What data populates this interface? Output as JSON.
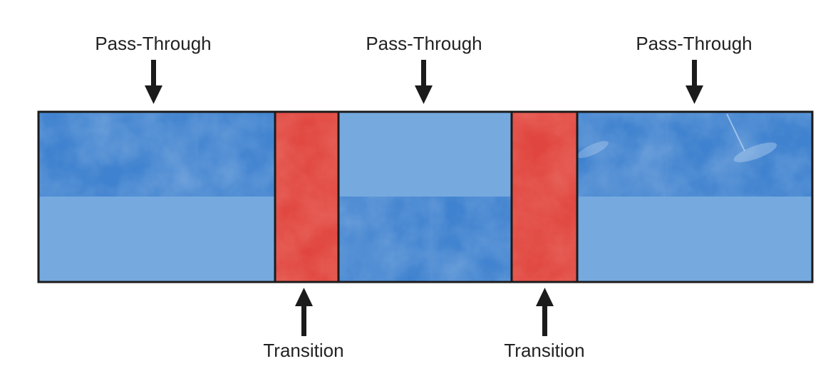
{
  "labels": {
    "top_left": "Pass-Through",
    "top_center": "Pass-Through",
    "top_right": "Pass-Through",
    "bottom_left": "Transition",
    "bottom_right": "Transition"
  },
  "colors": {
    "pass_through_dark": "#3f82cf",
    "pass_through_light": "#76aadf",
    "transition": "#e0463f",
    "outline": "#1b1b1b",
    "arrow": "#1b1b1b",
    "text": "#222222"
  }
}
